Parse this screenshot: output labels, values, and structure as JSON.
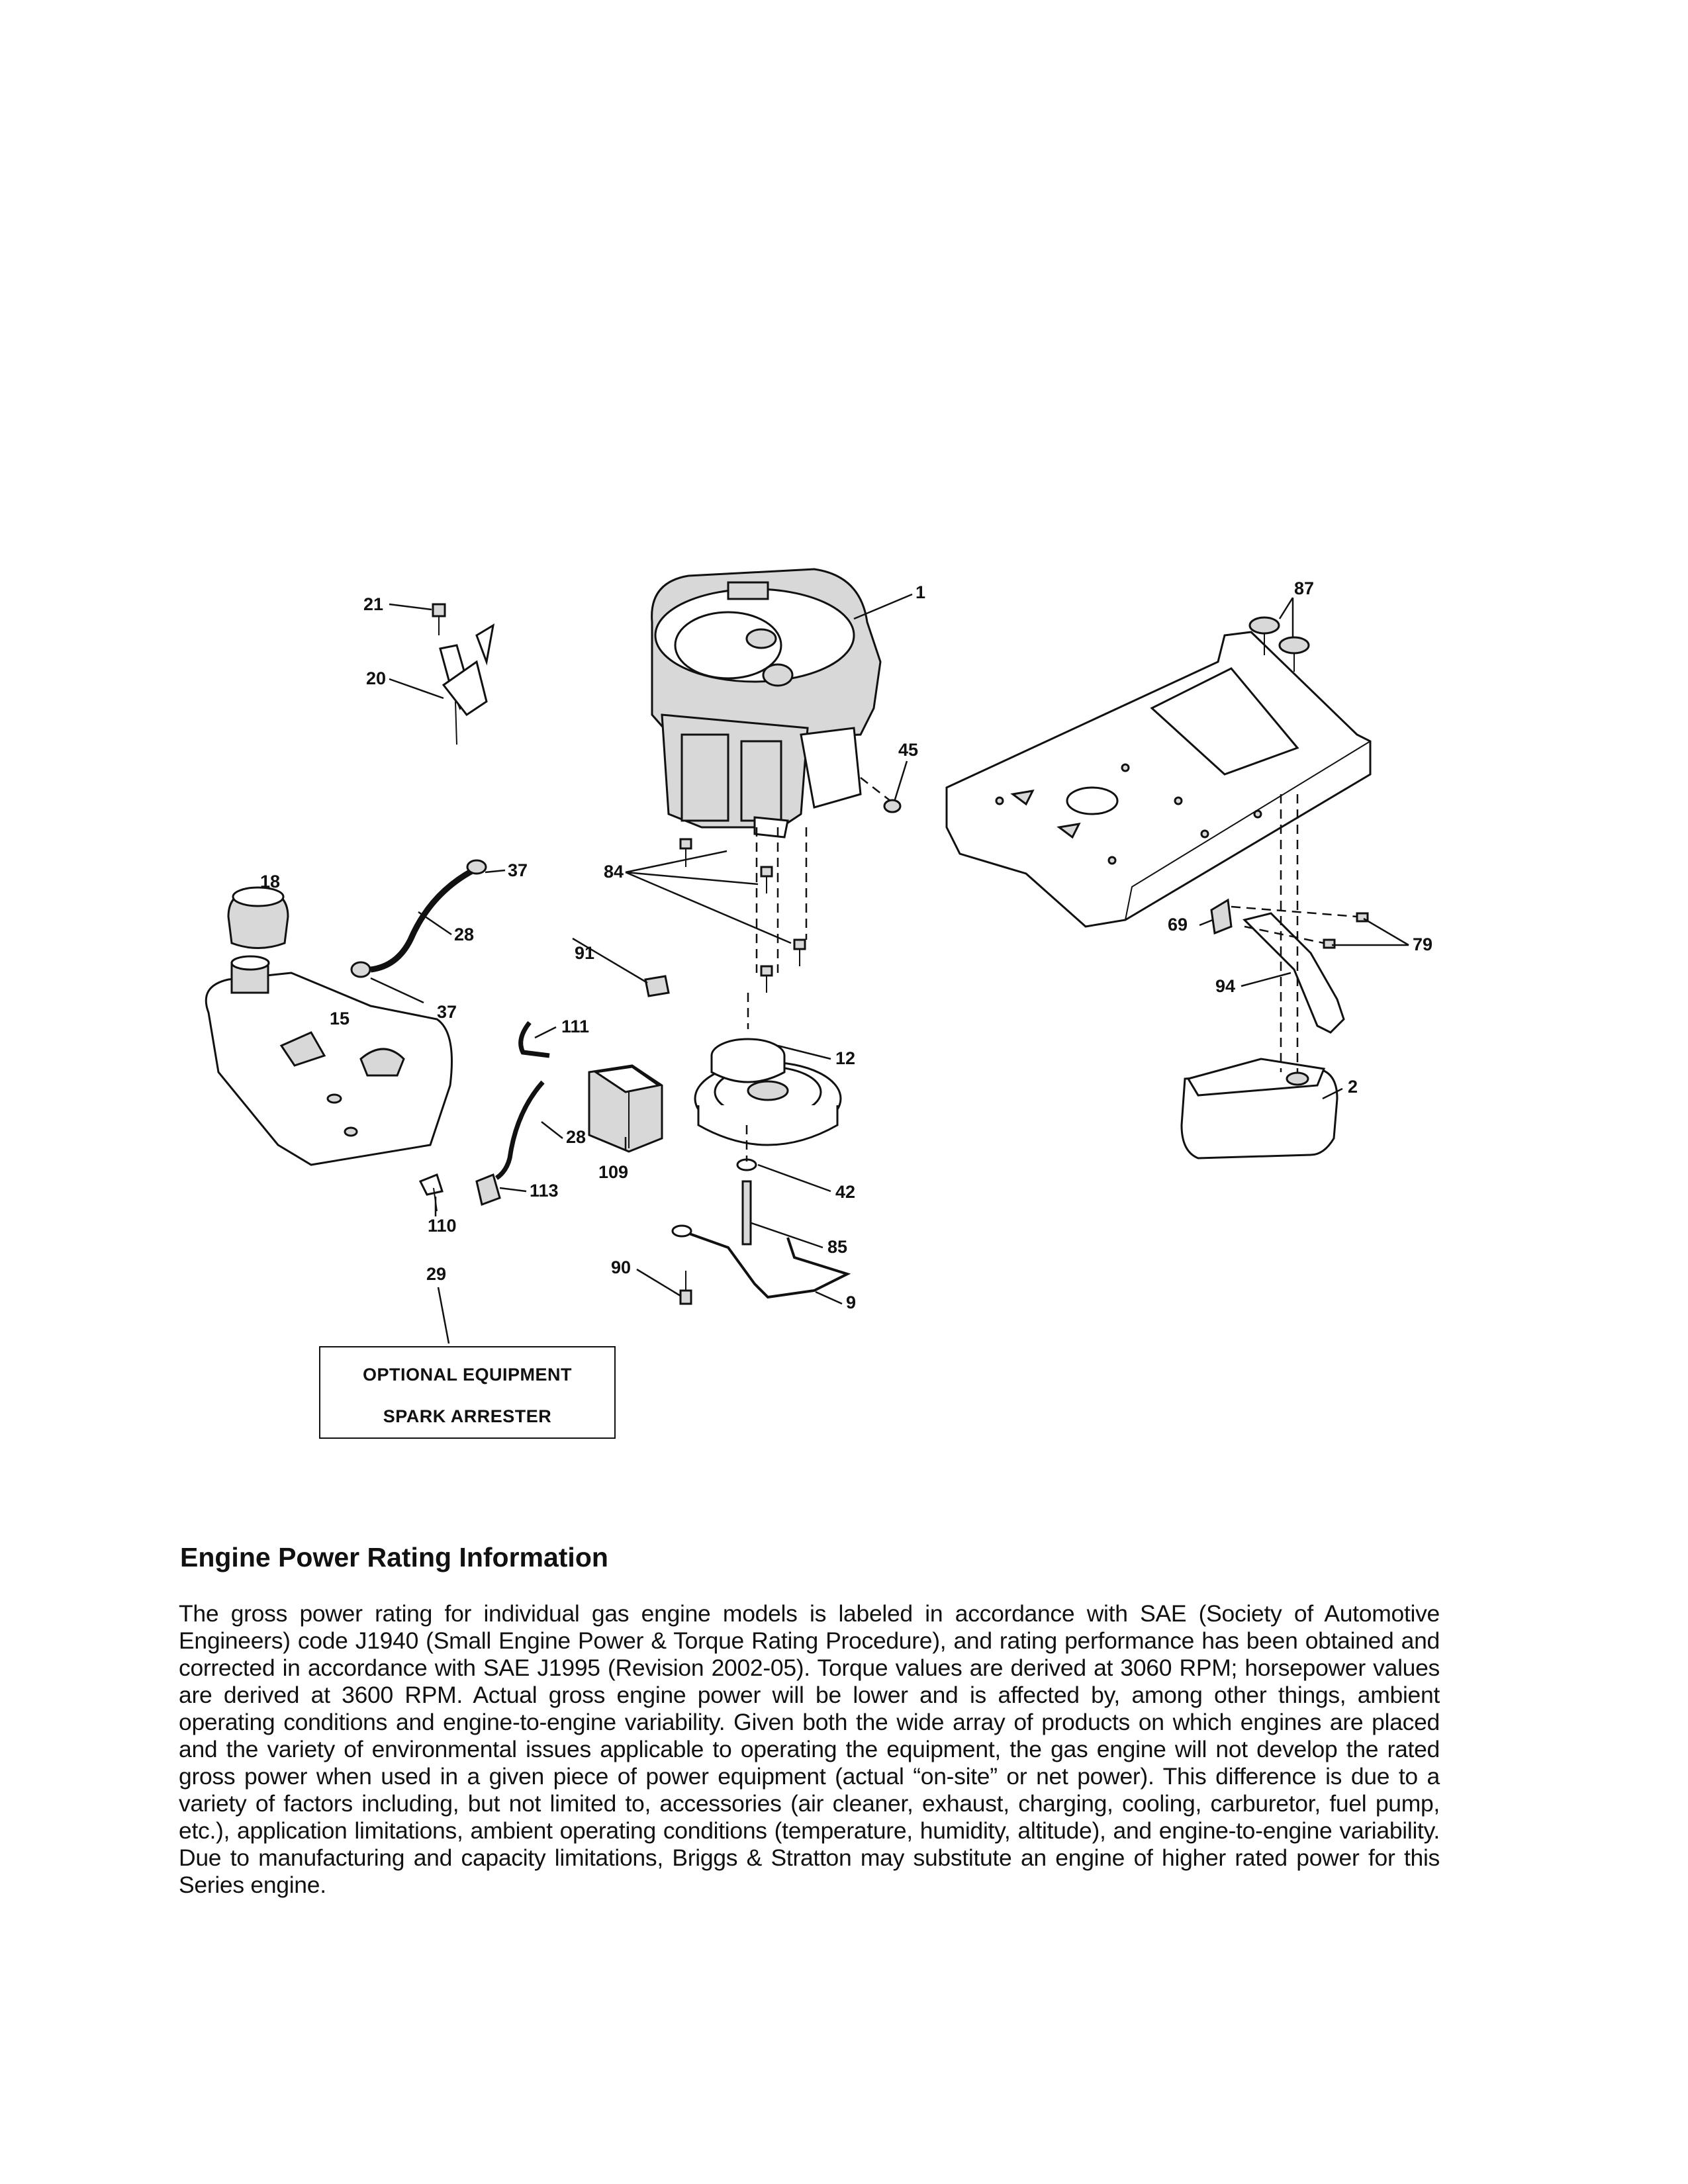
{
  "diagram": {
    "callouts": [
      {
        "id": "c1",
        "text": "1"
      },
      {
        "id": "c2",
        "text": "2"
      },
      {
        "id": "c9",
        "text": "9"
      },
      {
        "id": "c12",
        "text": "12"
      },
      {
        "id": "c15",
        "text": "15"
      },
      {
        "id": "c18",
        "text": "18"
      },
      {
        "id": "c20",
        "text": "20"
      },
      {
        "id": "c21",
        "text": "21"
      },
      {
        "id": "c28a",
        "text": "28"
      },
      {
        "id": "c28b",
        "text": "28"
      },
      {
        "id": "c29",
        "text": "29"
      },
      {
        "id": "c37a",
        "text": "37"
      },
      {
        "id": "c37b",
        "text": "37"
      },
      {
        "id": "c42",
        "text": "42"
      },
      {
        "id": "c45",
        "text": "45"
      },
      {
        "id": "c69",
        "text": "69"
      },
      {
        "id": "c79",
        "text": "79"
      },
      {
        "id": "c84",
        "text": "84"
      },
      {
        "id": "c85",
        "text": "85"
      },
      {
        "id": "c87",
        "text": "87"
      },
      {
        "id": "c90",
        "text": "90"
      },
      {
        "id": "c91",
        "text": "91"
      },
      {
        "id": "c94",
        "text": "94"
      },
      {
        "id": "c109",
        "text": "109"
      },
      {
        "id": "c110",
        "text": "110"
      },
      {
        "id": "c111",
        "text": "111"
      },
      {
        "id": "c113",
        "text": "113"
      }
    ],
    "optional_box": {
      "line1": "OPTIONAL EQUIPMENT",
      "line2": "SPARK ARRESTER"
    }
  },
  "info": {
    "heading": "Engine Power Rating Information",
    "body": "The gross power rating for individual gas engine models is labeled in accordance with SAE (Society of Automotive Engineers) code J1940 (Small Engine Power & Torque Rating Procedure), and rating performance has been obtained and corrected in accordance with SAE J1995 (Revision 2002-05). Torque values are derived at 3060 RPM; horsepower values are derived at 3600 RPM. Actual gross engine power will be lower and is affected by, among other things, ambient operating conditions and engine-to-engine variability. Given both the wide array of products on which engines are placed and the variety of environmental issues applicable to operating the equipment, the gas engine will not develop the rated gross power when used in a given piece of power equipment (actual “on-site” or net power). This difference is due to a variety of factors including, but not limited to, accessories (air cleaner, exhaust, charging, cooling, carburetor, fuel pump, etc.), application limitations, ambient operating conditions (temperature, humidity, altitude), and engine-to-engine variability. Due to manufacturing and capacity limitations, Briggs & Stratton may substitute an engine of higher rated power for this Series engine."
  }
}
